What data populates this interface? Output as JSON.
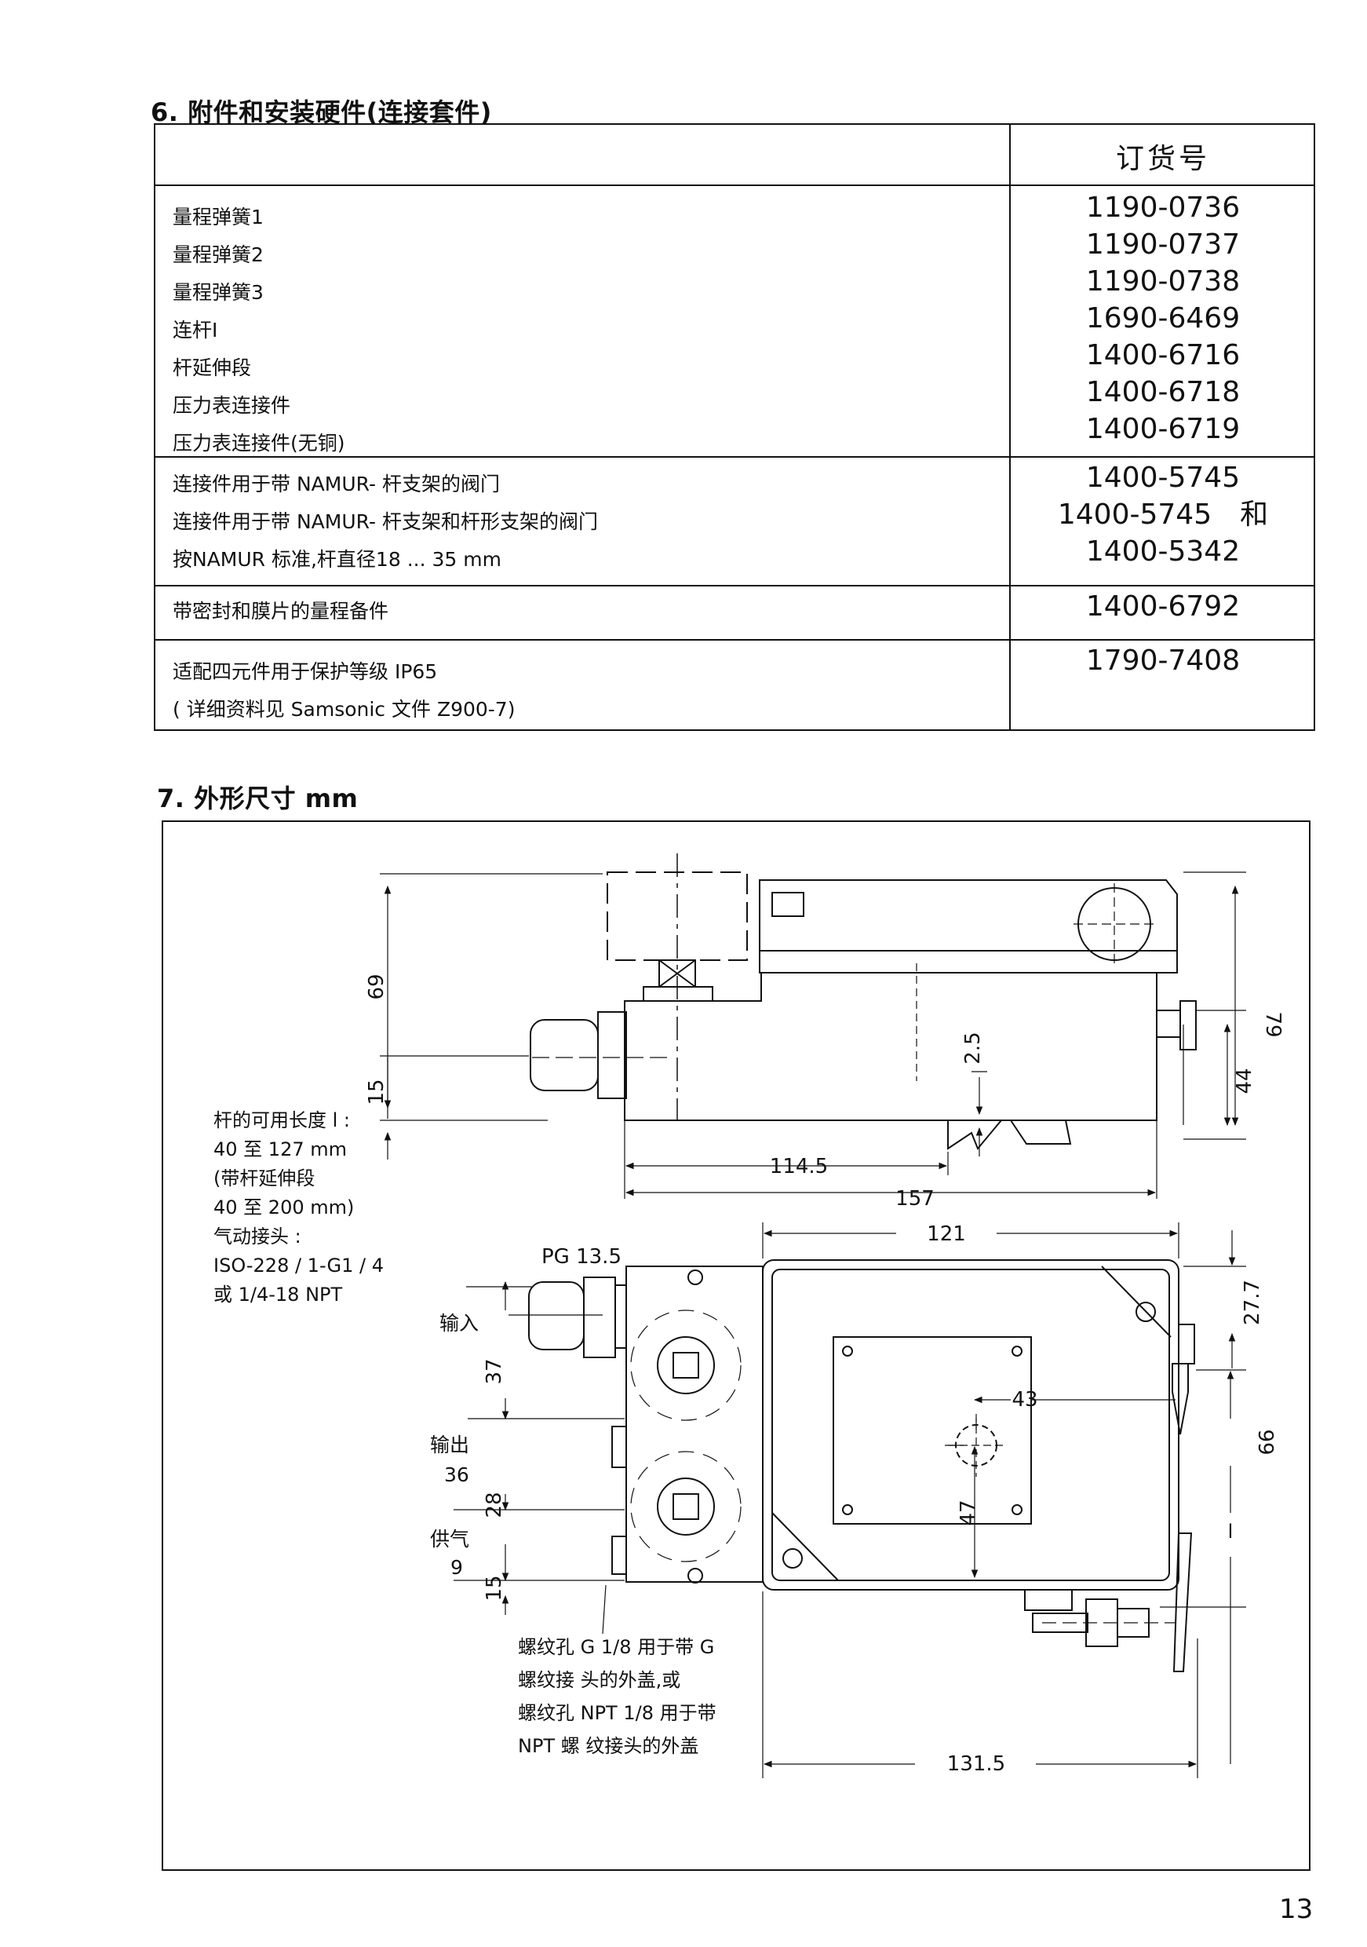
{
  "section6": {
    "title": "6. 附件和安装硬件(连接套件)",
    "order_header": "订货号",
    "groups": [
      {
        "rows": [
          {
            "desc": "量程弹簧1",
            "order": "1190-0736"
          },
          {
            "desc": "量程弹簧2",
            "order": "1190-0737"
          },
          {
            "desc": "量程弹簧3",
            "order": "1190-0738"
          },
          {
            "desc": "连杆I",
            "order": "1690-6469"
          },
          {
            "desc": "杆延伸段",
            "order": "1400-6716"
          },
          {
            "desc": "压力表连接件",
            "order": "1400-6718"
          },
          {
            "desc": "压力表连接件(无铜)",
            "order": "1400-6719"
          }
        ]
      },
      {
        "desc_lines": [
          "连接件用于带 NAMUR- 杆支架的阀门",
          "连接件用于带 NAMUR- 杆支架和杆形支架的阀门",
          "按NAMUR 标准,杆直径18 ... 35 mm"
        ],
        "order_lines": [
          "1400-5745",
          "1400-5745　和",
          "1400-5342"
        ]
      },
      {
        "desc_lines": [
          "带密封和膜片的量程备件"
        ],
        "order_lines": [
          "1400-6792"
        ]
      },
      {
        "desc_lines": [
          "适配四元件用于保护等级 IP65",
          "( 详细资料见 Samsonic 文件 Z900-7)"
        ],
        "order_lines": [
          "1790-7408"
        ]
      }
    ]
  },
  "section7": {
    "title": "7. 外形尺寸 mm",
    "notes": {
      "lever": [
        "杆的可用长度 l :",
        "40 至 127 mm",
        "(带杆延伸段",
        "40 至 200 mm)",
        "气动接头 :",
        "ISO-228 / 1-G1 / 4",
        "或 1/4-18 NPT"
      ],
      "thread": [
        "螺纹孔 G 1/8 用于带 G",
        "螺纹接 头的外盖,或",
        "螺纹孔 NPT 1/8 用于带",
        "NPT 螺 纹接头的外盖"
      ]
    },
    "labels": {
      "pg": "PG 13.5",
      "input": "输入",
      "output": "输出",
      "supply": "供气",
      "l": "l"
    },
    "dimensions": {
      "d69": "69",
      "d15a": "15",
      "d2_5": "2.5",
      "d79": "79",
      "d44": "44",
      "d114_5": "114.5",
      "d157": "157",
      "d121": "121",
      "d27_7": "27.7",
      "d37": "37",
      "d36": "36",
      "d28": "28",
      "d9": "9",
      "d15b": "15",
      "d43": "43",
      "d47": "47",
      "d99": "99",
      "d131_5": "131.5"
    }
  },
  "page_number": "13"
}
